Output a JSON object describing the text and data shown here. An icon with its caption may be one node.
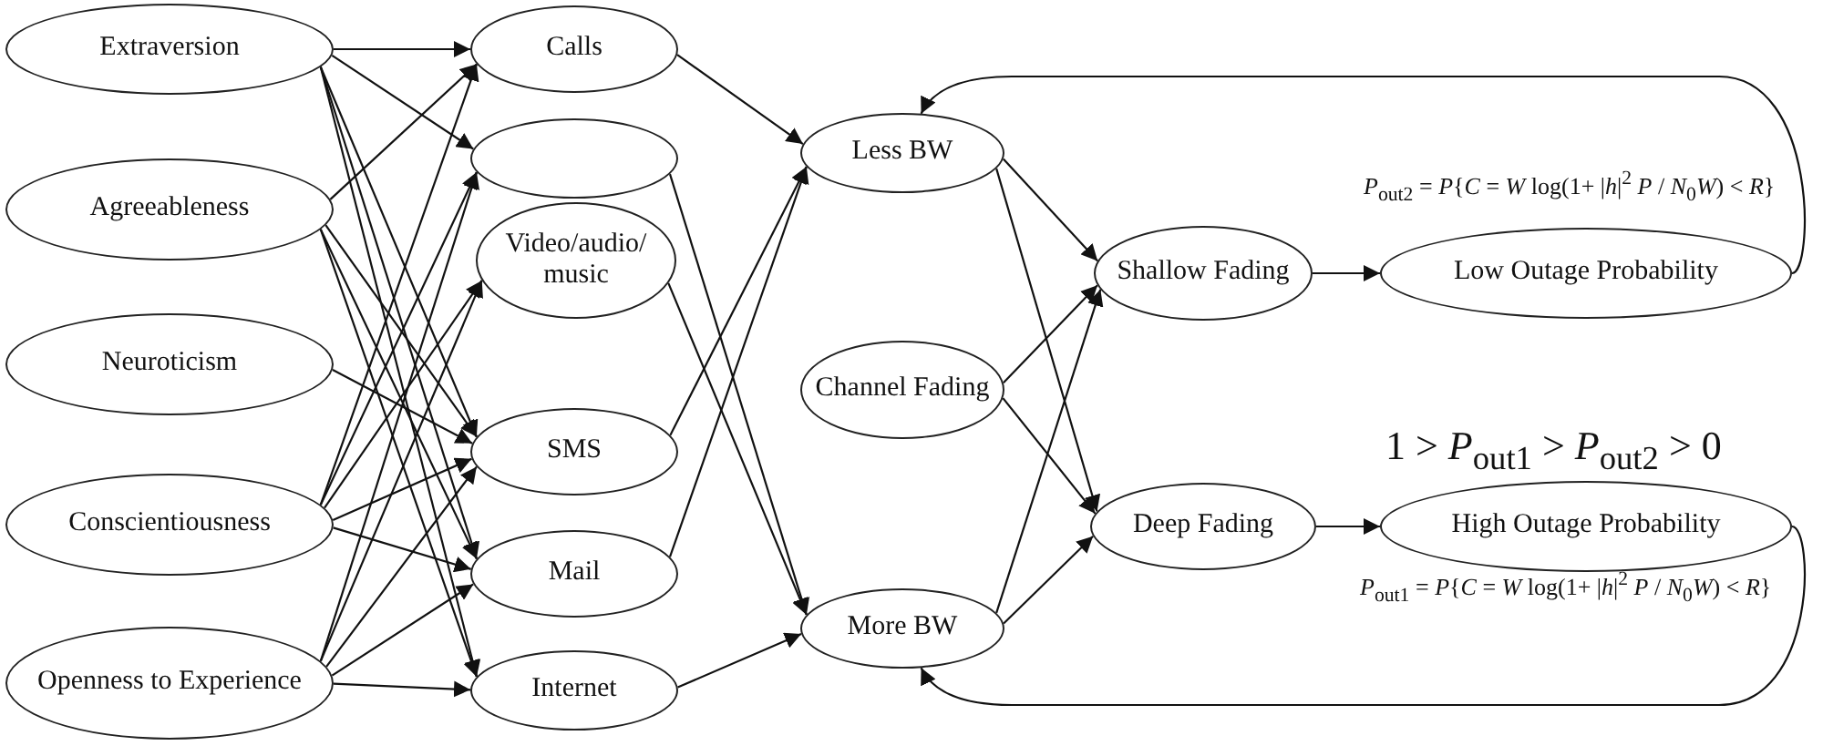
{
  "diagram": {
    "nodes": [
      {
        "text": [
          "Extraversion"
        ]
      },
      {
        "text": [
          "Agreeableness"
        ]
      },
      {
        "text": [
          "Neuroticism"
        ]
      },
      {
        "text": [
          "Conscientiousness"
        ]
      },
      {
        "text": [
          "Openness to Experience"
        ]
      },
      {
        "text": [
          "Calls"
        ]
      },
      {
        "text": [],
        "shape": "ellipse"
      },
      {
        "text": [
          "Video/audio/ music"
        ]
      },
      {
        "text": [
          "SMS"
        ]
      },
      {
        "text": [
          "Mail"
        ]
      },
      {
        "text": [
          "Internet"
        ]
      },
      {
        "text": [
          "Less BW"
        ]
      },
      {
        "text": [
          "Channel Fading"
        ]
      },
      {
        "text": [
          "More BW"
        ]
      },
      {
        "text": [
          "Shallow Fading"
        ]
      },
      {
        "text": [
          "Deep Fading"
        ]
      },
      {
        "text": [
          "Low Outage Probability"
        ]
      },
      {
        "text": [
          "High Outage Probability"
        ]
      }
    ],
    "edges": [
      {
        "from": 0,
        "to": 5,
        "arrow": "to"
      },
      {
        "from": 0,
        "to": 6,
        "arrow": "to"
      },
      {
        "from": 0,
        "to": 8,
        "arrow": "to"
      },
      {
        "from": 0,
        "to": 9,
        "arrow": "to"
      },
      {
        "from": 0,
        "to": 10,
        "arrow": "to"
      },
      {
        "from": 1,
        "to": 5,
        "arrow": "to"
      },
      {
        "from": 1,
        "to": 8,
        "arrow": "to"
      },
      {
        "from": 1,
        "to": 9,
        "arrow": "to"
      },
      {
        "from": 1,
        "to": 10,
        "arrow": "to"
      },
      {
        "from": 2,
        "to": 8,
        "arrow": "to"
      },
      {
        "from": 3,
        "to": 5,
        "arrow": "to"
      },
      {
        "from": 3,
        "to": 6,
        "arrow": "to"
      },
      {
        "from": 3,
        "to": 7,
        "arrow": "to"
      },
      {
        "from": 3,
        "to": 8,
        "arrow": "to"
      },
      {
        "from": 3,
        "to": 9,
        "arrow": "to"
      },
      {
        "from": 4,
        "to": 6,
        "arrow": "to"
      },
      {
        "from": 4,
        "to": 7,
        "arrow": "to"
      },
      {
        "from": 4,
        "to": 8,
        "arrow": "to"
      },
      {
        "from": 4,
        "to": 9,
        "arrow": "to"
      },
      {
        "from": 4,
        "to": 10,
        "arrow": "to"
      },
      {
        "from": 5,
        "to": 11,
        "arrow": "to"
      },
      {
        "from": 6,
        "to": 13,
        "arrow": "to"
      },
      {
        "from": 7,
        "to": 13,
        "arrow": "to"
      },
      {
        "from": 8,
        "to": 11,
        "arrow": "to"
      },
      {
        "from": 9,
        "to": 11,
        "arrow": "to"
      },
      {
        "from": 10,
        "to": 13,
        "arrow": "to"
      },
      {
        "from": 11,
        "to": 14,
        "arrow": "to"
      },
      {
        "from": 11,
        "to": 15,
        "arrow": "to"
      },
      {
        "from": 12,
        "to": 14,
        "arrow": "to"
      },
      {
        "from": 12,
        "to": 15,
        "arrow": "to"
      },
      {
        "from": 13,
        "to": 14,
        "arrow": "to"
      },
      {
        "from": 13,
        "to": 15,
        "arrow": "to"
      },
      {
        "from": 14,
        "to": 16,
        "arrow": "to"
      },
      {
        "from": 15,
        "to": 17,
        "arrow": "to"
      },
      {
        "from": 16,
        "to": 11,
        "arrow": "to"
      },
      {
        "from": 17,
        "to": 13,
        "arrow": "to"
      }
    ],
    "labels": [
      "*P*$_{out2}$ = *P*{*C* = *W* log(1+ |*h*|$^{2}$ *P* / *N*$_{0}$*W*) < *R*}",
      "1 > *P*$_{out1}$ > *P*$_{out2}$ > 0",
      "*P*$_{out1}$ = *P*{*C* = *W* log(1+ |*h*|$^{2}$ *P* / *N*$_{0}$*W*) < *R*}"
    ]
  }
}
